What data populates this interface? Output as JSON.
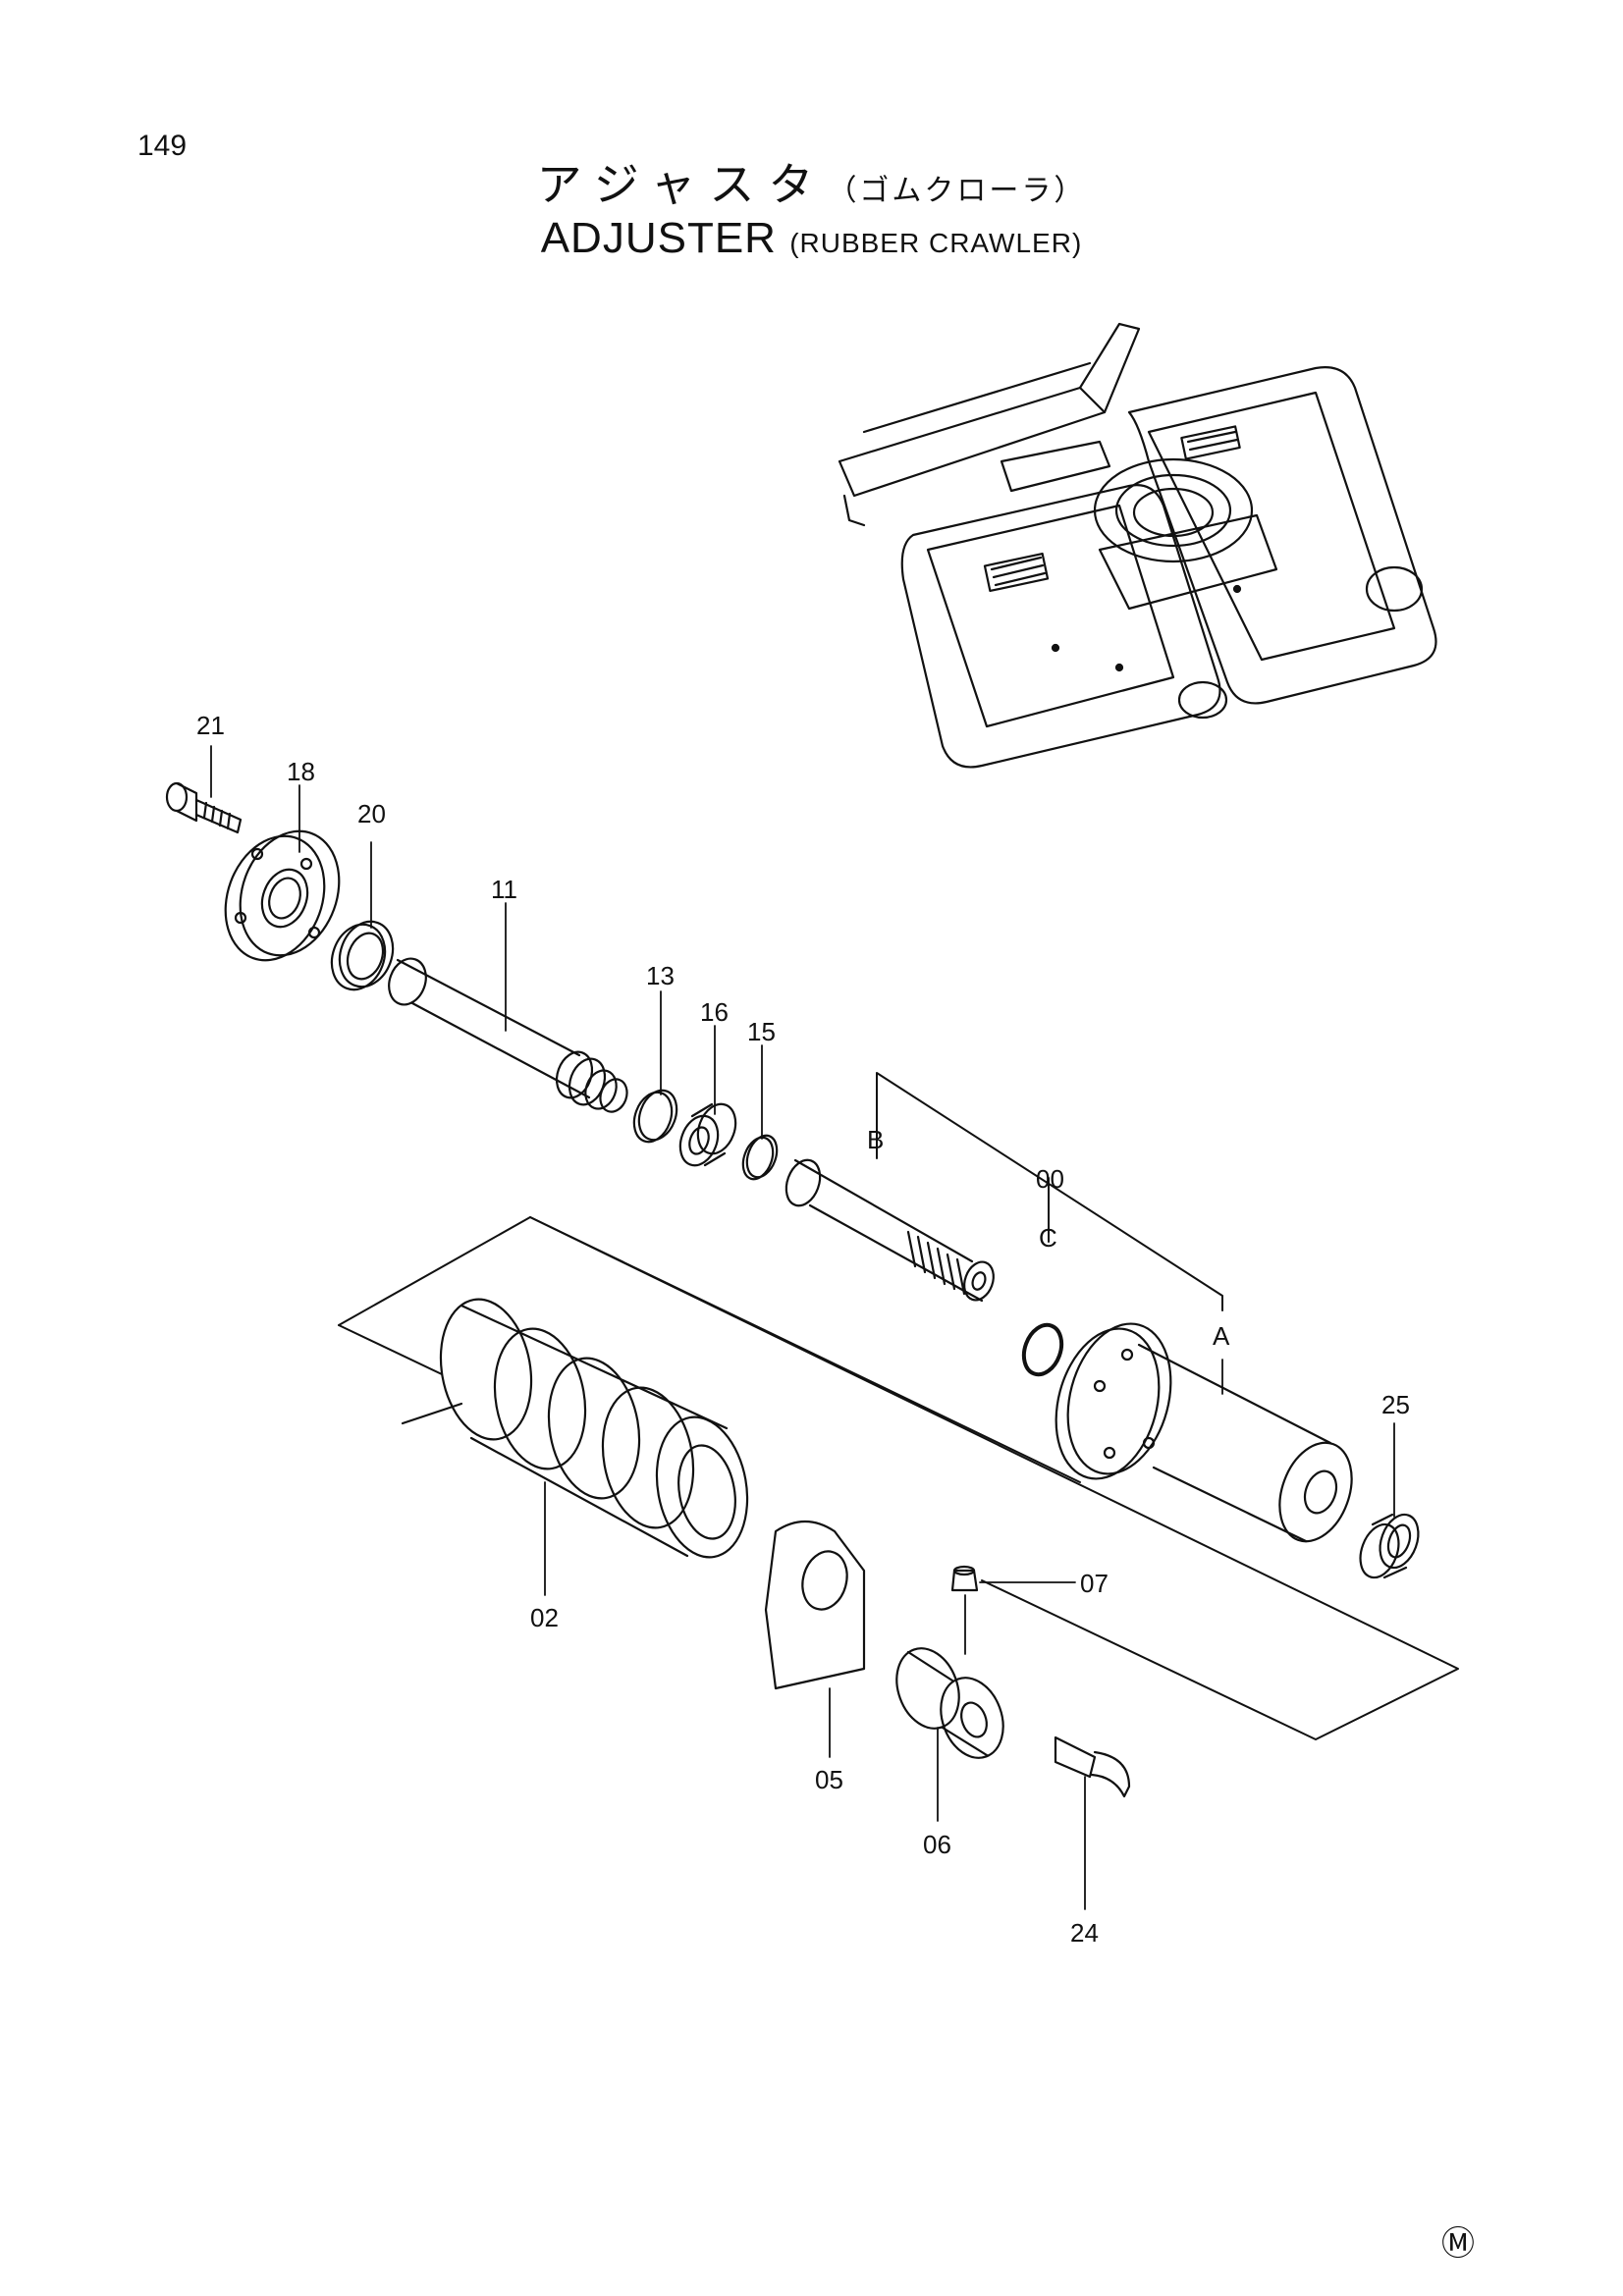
{
  "page": {
    "number": "149"
  },
  "title": {
    "jp_main": "アジャスタ",
    "jp_sub": "（ゴムクローラ）",
    "en_main": "ADJUSTER",
    "en_sub": "(RUBBER CRAWLER)"
  },
  "mark": "Ⓜ",
  "diagram": {
    "callouts": [
      {
        "id": "21",
        "text": "21"
      },
      {
        "id": "18",
        "text": "18"
      },
      {
        "id": "20",
        "text": "20"
      },
      {
        "id": "11",
        "text": "11"
      },
      {
        "id": "13",
        "text": "13"
      },
      {
        "id": "16",
        "text": "16"
      },
      {
        "id": "15",
        "text": "15"
      },
      {
        "id": "B",
        "text": "B"
      },
      {
        "id": "00",
        "text": "00"
      },
      {
        "id": "C",
        "text": "C"
      },
      {
        "id": "A",
        "text": "A"
      },
      {
        "id": "25",
        "text": "25"
      },
      {
        "id": "07",
        "text": "07"
      },
      {
        "id": "02",
        "text": "02"
      },
      {
        "id": "05",
        "text": "05"
      },
      {
        "id": "06",
        "text": "06"
      },
      {
        "id": "24",
        "text": "24"
      }
    ]
  }
}
